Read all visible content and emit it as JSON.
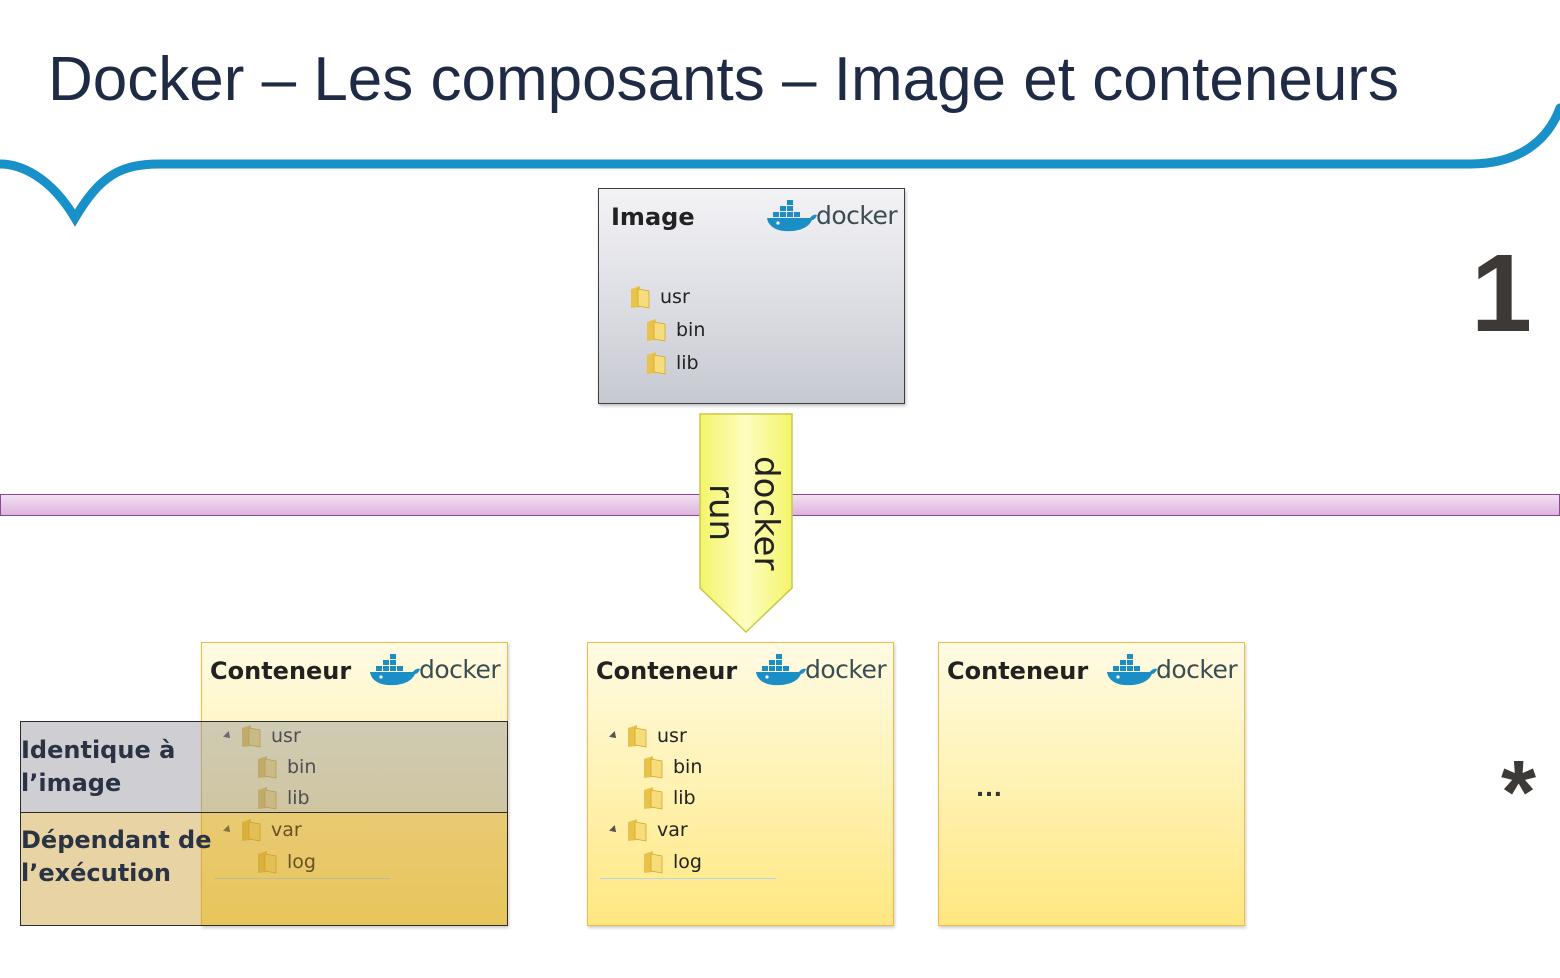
{
  "title": "Docker – Les composants – Image et conteneurs",
  "colors": {
    "header_curve": "#1891c8",
    "title_text": "#1f2a44",
    "band_fill": "#dcb4de",
    "band_border": "#8a4a8e",
    "arrow_fill": "#fdfd9a",
    "container_border": "#f0b94a"
  },
  "image_card": {
    "title": "Image",
    "logo_text": "docker",
    "tree": [
      "usr",
      "bin",
      "lib"
    ]
  },
  "arrow": {
    "line1": "docker",
    "line2": "run"
  },
  "containers": [
    {
      "title": "Conteneur",
      "logo_text": "docker",
      "tree": [
        "usr",
        "bin",
        "lib",
        "var",
        "log"
      ]
    },
    {
      "title": "Conteneur",
      "logo_text": "docker",
      "tree": [
        "usr",
        "bin",
        "lib",
        "var",
        "log"
      ]
    },
    {
      "title": "Conteneur",
      "logo_text": "docker",
      "content": "…"
    }
  ],
  "annotations": {
    "identique_line1": "Identique à",
    "identique_line2": "l’image",
    "dependant_line1": "Dépendant de",
    "dependant_line2": "l’exécution"
  },
  "multiplicity": {
    "image": "1",
    "containers": "*"
  }
}
